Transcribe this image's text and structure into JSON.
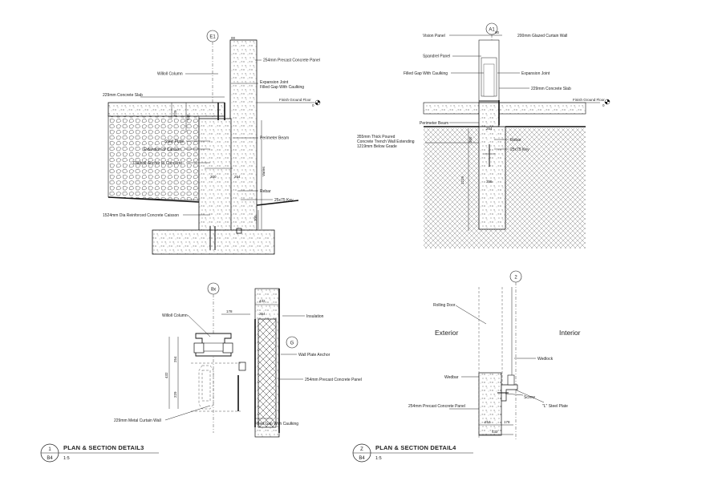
{
  "sheet": {
    "detail3": {
      "number": "1",
      "sheet": "B4",
      "title": "PLAN & SECTION DETAIL3",
      "scale": "1:5"
    },
    "detail4": {
      "number": "Z",
      "sheet": "B4",
      "title": "PLAN & SECTION DETAIL4",
      "scale": "1:5"
    }
  },
  "sectionE1": {
    "grid": "E1",
    "dim_top": "00",
    "labels": {
      "panel": "254mm Precast Concrete Panel",
      "column": "Willoll Column",
      "joint1": "Expansion Joint",
      "joint2": "Filled Gap With Caulking",
      "slab": "229mm Concrete Slab",
      "ground": "Finish Ground Floor",
      "ground_elev": "0",
      "beam": "Perimeter Beam",
      "steel": "Steel Plate",
      "extension": "Extension of Caisson",
      "anchor": "Dialbolt Anchor to Concrete",
      "rebar": "Rebar",
      "key": "25x75 Key",
      "caisson": "1524mm Dia Reinforced Concrete Caisson",
      "varies": "Varies"
    },
    "dims": [
      "229",
      "432",
      "300",
      "254",
      "305"
    ]
  },
  "sectionA1": {
    "grid": "A1",
    "dim_top": "00",
    "labels": {
      "vision": "Vision Panel",
      "curtain": "200mm Glazed Curtain Wall",
      "spandrel": "Spandrel Panel",
      "caulk": "Filled Gap With Caulking",
      "joint": "Expansion Joint",
      "slab": "229mm Concrete Slab",
      "ground": "Finish Ground Floor",
      "ground_elev": "0",
      "beam": "Perimeter Beam",
      "trench1": "355mm Thick Poured",
      "trench2": "Concrete Trench Wall Extending",
      "trench3": "1219mm Below Grade",
      "rebar": "Rebar",
      "key": "25x75 Key"
    },
    "dims": [
      "254",
      "305",
      "355",
      "1219"
    ]
  },
  "plan8x": {
    "grid_a": "8x",
    "grid_b": "G",
    "labels": {
      "column": "Willoll Column",
      "insulation": "Insulation",
      "anchor": "Wall Plate Anchor",
      "panel": "254mm Precast Concrete Panel",
      "curtain": "229mm Metal Curtain Wall",
      "caulk": "Filled Gap With Caulking"
    },
    "dims": [
      "178",
      "432",
      "254",
      "254",
      "432",
      "229"
    ]
  },
  "plan2": {
    "grid": "2",
    "labels": {
      "door": "Rolling Door",
      "exterior": "Exterior",
      "interior": "Interior",
      "wedlock": "Wedlock",
      "wedbar": "Wedbar",
      "screw": "Screw",
      "plate": "\"L\" Steel Plate",
      "panel": "254mm Precast Concrete Panel"
    },
    "dims": [
      "254",
      "178",
      "432"
    ]
  }
}
